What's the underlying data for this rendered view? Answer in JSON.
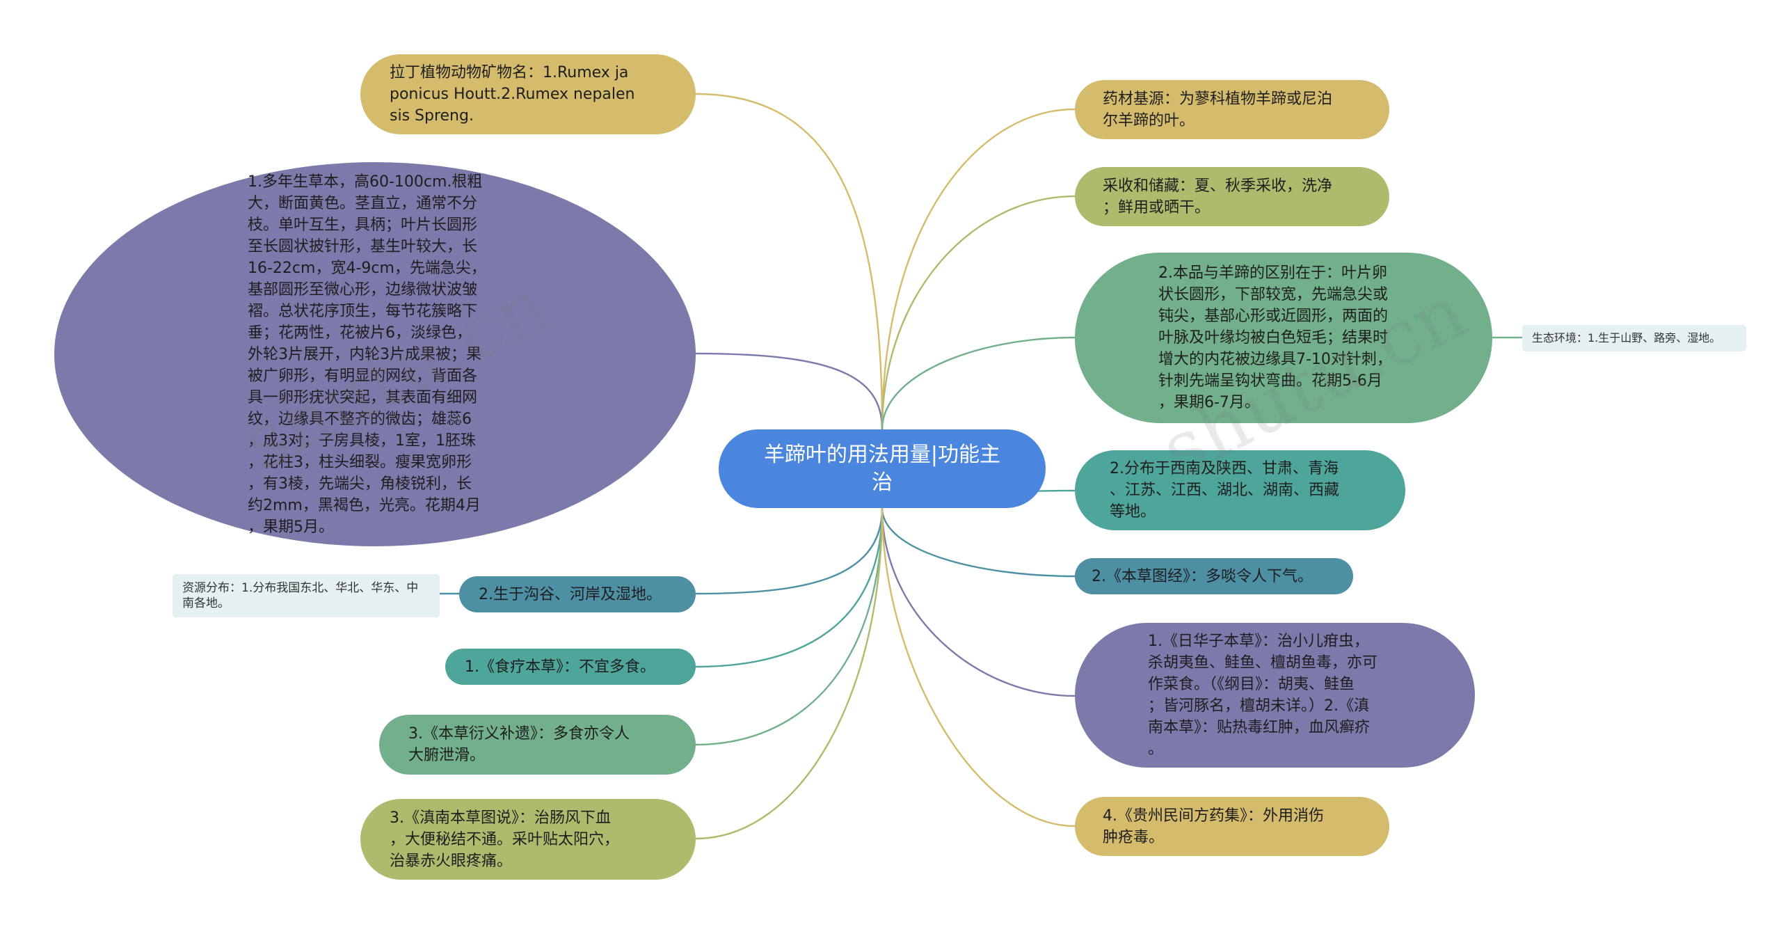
{
  "watermark": "shutu.cn",
  "colors": {
    "center": "#4a86de",
    "olive": "#d4bc6c",
    "olive_green": "#aebb6c",
    "slate_purple": "#7c7aaa",
    "teal": "#4ea59a",
    "green": "#72b08c",
    "steel_blue": "#4d90a4",
    "leaf_bg": "#e5f0f3"
  },
  "center": {
    "text": "羊蹄叶的用法用量|功能主\n治"
  },
  "left": {
    "latin_name": "拉丁植物动物矿物名：1.Rumex ja\nponicus Houtt.2.Rumex nepalen\nsis Spreng.",
    "morphology": "1.多年生草本，高60-100cm.根粗\n大，断面黄色。茎直立，通常不分\n枝。单叶互生，具柄；叶片长圆形\n至长圆状披针形，基生叶较大，长\n16-22cm，宽4-9cm，先端急尖，\n基部圆形至微心形，边缘微状波皱\n褶。总状花序顶生，每节花簇略下\n垂；花两性，花被片6，淡绿色，\n外轮3片展开，内轮3片成果被；果\n被广卵形，有明显的网纹，背面各\n具一卵形疣状突起，其表面有细网\n纹，边缘具不整齐的微齿；雄蕊6\n，成3对；子房具棱，1室，1胚珠\n，花柱3，柱头细裂。瘦果宽卵形\n，有3棱，先端尖，角棱锐利，长\n约2mm，黑褐色，光亮。花期4月\n，果期5月。",
    "habitat": "2.生于沟谷、河岸及湿地。",
    "habitat_leaf": "资源分布：1.分布我国东北、华北、华东、中\n南各地。",
    "shiliao": "1.《食疗本草》：不宜多食。",
    "yanyi": "3.《本草衍义补遗》：多食亦令人\n大腑泄滑。",
    "diannan_tushuo": "3.《滇南本草图说》：治肠风下血\n，大便秘结不通。采叶贴太阳穴，\n治暴赤火眼疼痛。"
  },
  "right": {
    "source": "药材基源：为蓼科植物羊蹄或尼泊\n尔羊蹄的叶。",
    "harvest": "采收和储藏：夏、秋季采收，洗净\n；鲜用或晒干。",
    "difference": "2.本品与羊蹄的区别在于：叶片卵\n状长圆形，下部较宽，先端急尖或\n钝尖，基部心形或近圆形，两面的\n叶脉及叶缘均被白色短毛；结果时\n增大的内花被边缘具7-10对针刺，\n针刺先端呈钩状弯曲。花期5-6月\n，果期6-7月。",
    "difference_leaf": "生态环境：1.生于山野、路旁、湿地。",
    "distribution": "2.分布于西南及陕西、甘肃、青海\n、江苏、江西、湖北、湖南、西藏\n等地。",
    "tujing": "2.《本草图经》：多啖令人下气。",
    "rihuazi": "1.《日华子本草》：治小儿疳虫，\n杀胡夷鱼、鲑鱼、檀胡鱼毒，亦可\n作菜食。（《纲目》：胡夷、鲑鱼\n；皆河豚名，檀胡未详。）2.《滇\n南本草》：贴热毒红肿，血风癣疥\n。",
    "guizhou": "4.《贵州民间方药集》：外用消伤\n肿疮毒。"
  }
}
